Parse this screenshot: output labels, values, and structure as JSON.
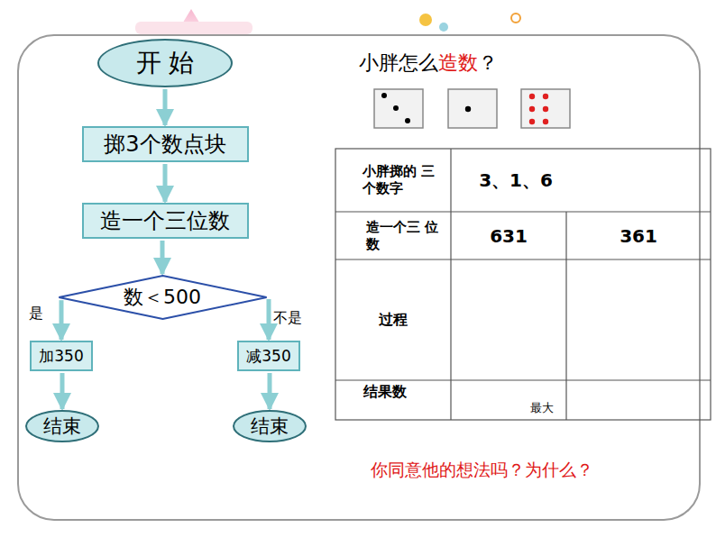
{
  "diagram": {
    "nodes": [
      {
        "text": [
          "开 始"
        ]
      },
      {
        "text": [
          "掷3个数点块"
        ]
      },
      {
        "text": [
          "造一个三位数"
        ]
      },
      {
        "text": [
          "数＜500"
        ]
      },
      {
        "text": [
          "加350"
        ]
      },
      {
        "text": [
          "减350"
        ]
      },
      {
        "text": [
          "结束"
        ]
      },
      {
        "text": [
          "结束"
        ]
      }
    ],
    "edges": [
      {
        "from": 0,
        "to": 1,
        "arrow": "to"
      },
      {
        "from": 1,
        "to": 2,
        "arrow": "to"
      },
      {
        "from": 2,
        "to": 3,
        "arrow": "to"
      },
      {
        "from": 3,
        "to": 4,
        "arrow": "to",
        "label": "是"
      },
      {
        "from": 3,
        "to": 5,
        "arrow": "to",
        "label": "不是"
      },
      {
        "from": 4,
        "to": 6,
        "arrow": "to"
      },
      {
        "from": 5,
        "to": 7,
        "arrow": "to"
      }
    ],
    "labels": [
      "小胖怎么",
      "造数",
      "？",
      "小胖掷的 三个数字",
      "3、1、6",
      "造一个三 位数",
      "631",
      "361",
      "过程",
      "结果数",
      "最大",
      "你同意他的想法吗？为什么？"
    ]
  }
}
